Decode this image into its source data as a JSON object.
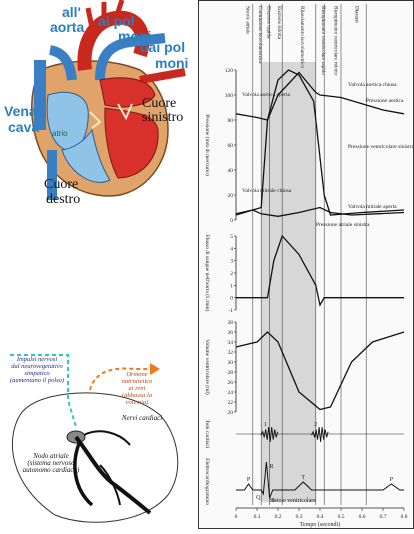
{
  "heart": {
    "label_aorta_1": "all'",
    "label_aorta_2": "aorta",
    "label_lungs_1_a": "ai pol",
    "label_lungs_1_b": "moni",
    "label_lungs_2_a": "dai pol",
    "label_lungs_2_b": "moni",
    "label_vena_1": "Vena",
    "label_vena_2": "cava",
    "label_atrio": "atrio",
    "label_left_1": "Cuore",
    "label_left_2": "sinistro",
    "label_right_1": "Cuore",
    "label_right_2": "destro"
  },
  "nerves": {
    "sympathetic_1": "Impulsi nervosi",
    "sympathetic_2": "dal neurovegetativo",
    "sympathetic_3": "simpatico",
    "sympathetic_4": "(aumentano il polso)",
    "hormone_1": "Ormone",
    "hormone_2": "natriuretico",
    "hormone_3": "ai reni",
    "hormone_4": "(abbassa la",
    "hormone_5": "volemia)",
    "cardiac_nerves": "Nervi cardiaci",
    "node_1": "Nodo atriale",
    "node_2": "(sistema nervoso",
    "node_3": "autonomo cardiaco)"
  },
  "chart_data": [
    {
      "type": "line",
      "title": "",
      "phases": [
        "Sistole atriale",
        "Contrazione isovolumetrica",
        "Eiezione rapida",
        "Eiezione ridotta",
        "Rilasciamento isovolumetrico",
        "Riempimento ventricolare rapido",
        "Riempimento ventricolare ridotto",
        "Diastasi"
      ],
      "ylabel": "Pressione (mm di mercurio)",
      "ylim": [
        0,
        120
      ],
      "yticks": [
        0,
        20,
        40,
        60,
        80,
        100,
        120
      ],
      "xlim": [
        0,
        0.8
      ],
      "annotations": [
        "Valvola aortica aperta",
        "Valvola aortica chiusa",
        "Pressione aortica",
        "Pressione ventricolare sinistra",
        "Valvola mitrale chiusa",
        "Valvola mitrale aperta",
        "Pressione atriale sinistra"
      ],
      "series": [
        {
          "name": "Pressione aortica",
          "x": [
            0,
            0.1,
            0.15,
            0.2,
            0.3,
            0.38,
            0.4,
            0.5,
            0.6,
            0.7,
            0.8
          ],
          "y": [
            85,
            82,
            80,
            100,
            118,
            102,
            100,
            98,
            93,
            88,
            85
          ]
        },
        {
          "name": "Pressione ventricolare sinistra",
          "x": [
            0,
            0.08,
            0.12,
            0.15,
            0.2,
            0.25,
            0.3,
            0.37,
            0.42,
            0.45,
            0.6,
            0.8
          ],
          "y": [
            5,
            8,
            10,
            80,
            112,
            120,
            116,
            95,
            20,
            4,
            6,
            8
          ]
        },
        {
          "name": "Pressione atriale sinistra",
          "x": [
            0,
            0.08,
            0.12,
            0.2,
            0.3,
            0.4,
            0.45,
            0.55,
            0.8
          ],
          "y": [
            4,
            8,
            5,
            3,
            6,
            10,
            6,
            4,
            6
          ]
        }
      ]
    },
    {
      "type": "line",
      "ylabel": "Flusso di sangue nell'aorta (L/min)",
      "ylim": [
        -1,
        5
      ],
      "yticks": [
        -1,
        0,
        1,
        2,
        3,
        4,
        5
      ],
      "xlim": [
        0,
        0.8
      ],
      "series": [
        {
          "name": "",
          "x": [
            0,
            0.15,
            0.18,
            0.22,
            0.3,
            0.38,
            0.4,
            0.42,
            0.5,
            0.8
          ],
          "y": [
            0,
            0,
            3,
            5,
            3.5,
            1,
            -0.6,
            0,
            0,
            0
          ]
        }
      ]
    },
    {
      "type": "line",
      "ylabel": "Volume ventricolare (ml)",
      "ylim": [
        20,
        38
      ],
      "yticks": [
        20,
        22,
        24,
        26,
        28,
        30,
        32,
        34,
        36,
        38
      ],
      "xlim": [
        0,
        0.8
      ],
      "series": [
        {
          "name": "",
          "x": [
            0,
            0.1,
            0.15,
            0.2,
            0.3,
            0.4,
            0.45,
            0.55,
            0.65,
            0.8
          ],
          "y": [
            33,
            34,
            36,
            34,
            24,
            20.5,
            21,
            30,
            34,
            36
          ]
        }
      ]
    },
    {
      "type": "line",
      "ylabel": "Toni cardiaci",
      "annotations": [
        "1",
        "2"
      ],
      "xlim": [
        0,
        0.8
      ]
    },
    {
      "type": "line",
      "ylabel": "Elettrocardiogramma",
      "annotations": [
        "P",
        "R",
        "Q",
        "S",
        "T",
        "P",
        "Sistole ventricolare"
      ],
      "xlabel": "Tempo (secondi)",
      "xticks": [
        0,
        0.1,
        0.2,
        0.3,
        0.4,
        0.5,
        0.6,
        0.7,
        0.8
      ],
      "xlim": [
        0,
        0.8
      ]
    }
  ]
}
